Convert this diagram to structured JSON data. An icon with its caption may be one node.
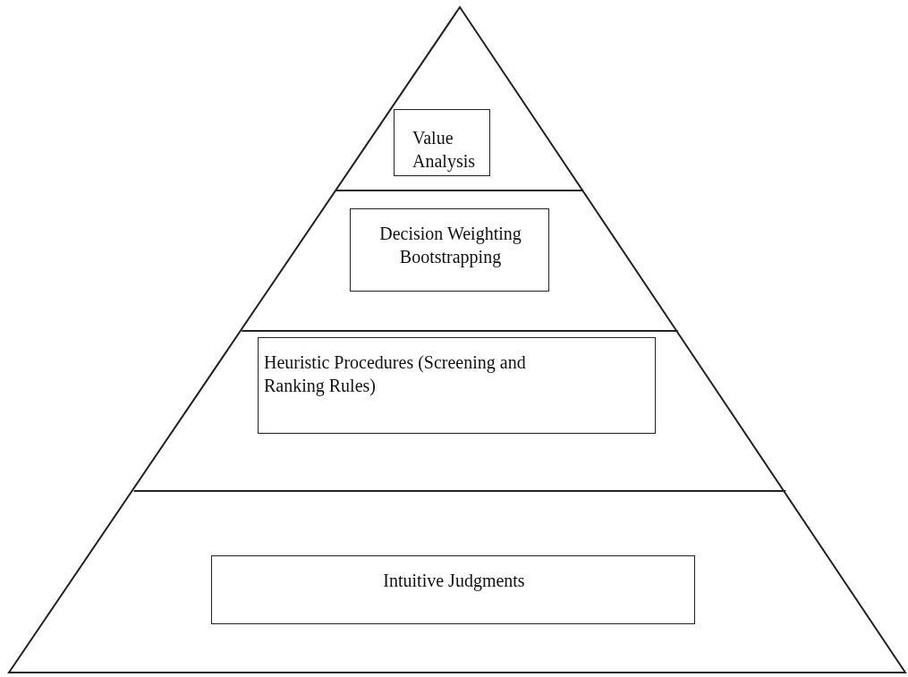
{
  "diagram": {
    "nodes": [
      {
        "text": [
          "Value Analysis"
        ]
      },
      {
        "text": [
          "Decision Weighting Bootstrapping"
        ]
      },
      {
        "text": [
          "Heuristic Procedures (Screening and Ranking Rules)"
        ]
      },
      {
        "text": [
          "Intuitive Judgments"
        ]
      }
    ]
  }
}
